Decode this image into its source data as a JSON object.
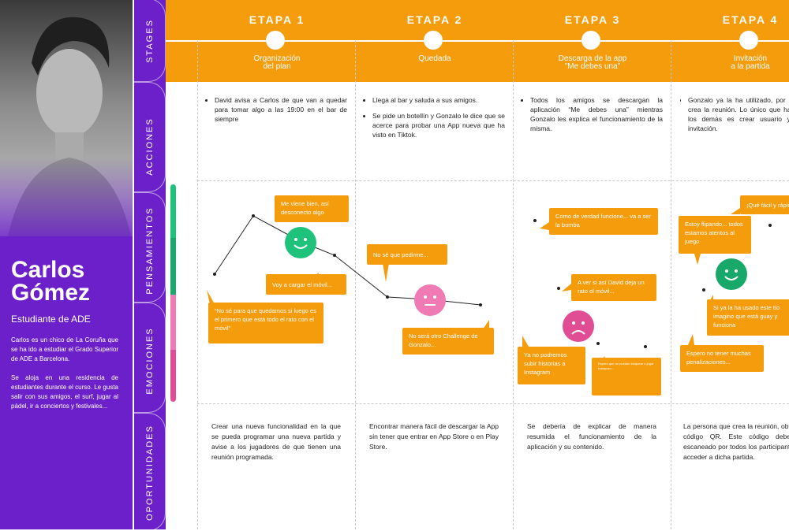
{
  "persona": {
    "name_line1": "Carlos",
    "name_line2": "Gómez",
    "role": "Estudiante de ADE",
    "desc1": "Carlos es un chico de La Coruña que se ha ido a estudiar el Grado Superior de ADE a Barcelona.",
    "desc2": "Se aloja en una residencia de estudiantes durante el curso. Le gusta salir con sus amigos, el surf, jugar al pádel, ir a conciertos y festivales..."
  },
  "rows": {
    "stages": "STAGES",
    "acciones": "ACCIONES",
    "pensamientos": "PENSAMIENTOS",
    "emociones": "EMOCIONES",
    "oportunidades": "OPORTUNIDADES"
  },
  "emotion_scale_colors": [
    "#1fc27a",
    "#17a86a",
    "#f07ab4",
    "#e04d95"
  ],
  "etapas": [
    {
      "label": "ETAPA 1",
      "title": "Organización\ndel plan"
    },
    {
      "label": "ETAPA 2",
      "title": "Quedada"
    },
    {
      "label": "ETAPA 3",
      "title": "Descarga de la app\n\"Me debes una\""
    },
    {
      "label": "ETAPA 4",
      "title": "Invitación\na la partida"
    }
  ],
  "acciones": {
    "e1": [
      "David avisa a Carlos de que van a quedar para tomar algo a las 19:00 en el bar de siempre"
    ],
    "e2": [
      "Llega al bar y saluda a sus amigos.",
      "Se pide un botellín y Gonzalo le dice que se acerce para probar una App nueva que ha visto en Tiktok."
    ],
    "e3": [
      "Todos los amigos se descargan la aplicación “Me debes una” mientras Gonzalo les explica el funcionamiento de la misma."
    ],
    "e4": [
      "Gonzalo ya la ha utilizado, por lo que quien crea la reunión. Lo único que hay que hacer los demás es crear usuario y aceptar la invitación."
    ]
  },
  "pensamientos": {
    "b1": "Me viene bien, así desconecto algo",
    "b2": "Voy a cargar el móvil...",
    "b3": "“No sé para que quedamos si luego es el primero que está todo el rato con el móvil”",
    "b4": "No sé que pedirme...",
    "b5": "No será otro Challenge de Gonzalo...",
    "b6": "Como de verdad funcione... va a ser la bomba",
    "b7": "A ver si así David deja un rato el móvil...",
    "b8": "Ya no podremos subir historias a Instagram",
    "b9": "Espero que no puedan bloquear o jugar tramposo...",
    "b10": "¡Qué fácil y rápido!",
    "b11": "Estoy flipando... todos estamos atentos al juego",
    "b12": "Si ya la ha usado este tío imagino que está guay y funciona",
    "b13": "Espero no tener muchas penalizaciones..."
  },
  "oportunidades": {
    "e1": "Crear una nueva funcionalidad en la que se pueda programar una nueva partida y avise a los jugadores de que tienen una reunión programada.",
    "e2": "Encontrar manera fácil de descargar la App sin tener que entrar en App Store o en Play Store.",
    "e3": "Se debería de explicar de manera resumida el funcionamiento de la aplicación y su contenido.",
    "e4": "La persona que crea la reunión, obtiene un código QR. Este código deberá ser escaneado por todos los participantes para acceder a dicha partida."
  },
  "colors": {
    "purple": "#6b20c9",
    "orange": "#f49c0c",
    "happy": "#1fc27a",
    "neutral": "#f07ab4",
    "sad": "#e04d95"
  }
}
